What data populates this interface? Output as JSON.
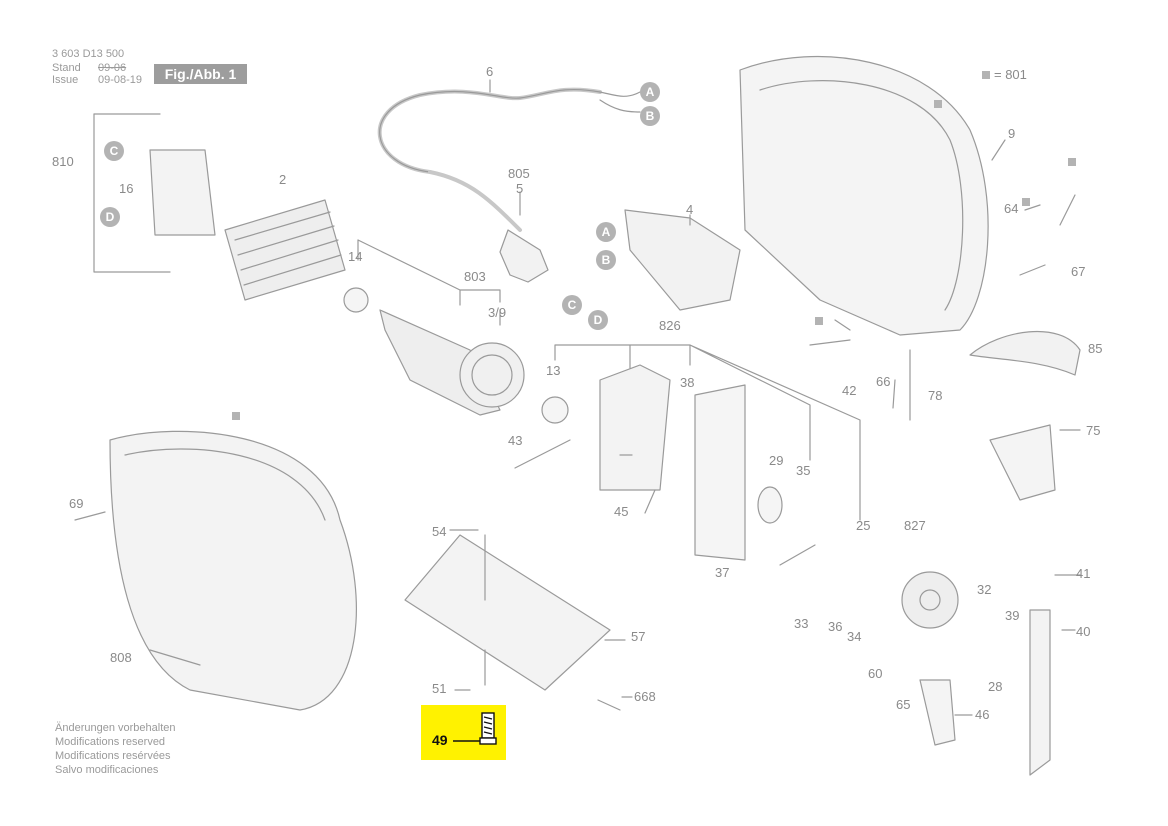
{
  "header": {
    "doc_number": "3 603 D13 500",
    "stand_label": "Stand",
    "issue_label": "Issue",
    "old_date": "09-06",
    "date": "09-08-19",
    "figure_label": "Fig./Abb. 1"
  },
  "legend": {
    "marker_note": "= 801"
  },
  "callouts": {
    "circle_letters": [
      "A",
      "B",
      "C",
      "D"
    ]
  },
  "labels": {
    "l6": "6",
    "l810": "810",
    "l16": "16",
    "l2": "2",
    "l805": "805",
    "l5": "5",
    "l4": "4",
    "l14": "14",
    "l803": "803",
    "l39": "3/9",
    "l13": "13",
    "l826": "826",
    "l38": "38",
    "l42": "42",
    "l66": "66",
    "l78": "78",
    "l9": "9",
    "l64": "64",
    "l67": "67",
    "l85": "85",
    "l75": "75",
    "l43": "43",
    "l29": "29",
    "l35": "35",
    "l45": "45",
    "l69": "69",
    "l54": "54",
    "l37": "37",
    "l25": "25",
    "l827": "827",
    "l33": "33",
    "l36": "36",
    "l34": "34",
    "l32": "32",
    "l39b": "39",
    "l41": "41",
    "l40": "40",
    "l57": "57",
    "l808": "808",
    "l51": "51",
    "l668": "668",
    "l60": "60",
    "l28": "28",
    "l65": "65",
    "l46": "46"
  },
  "highlight": {
    "part_number": "49",
    "color": "#fff200"
  },
  "notes": [
    "Änderungen vorbehalten",
    "Modifications reserved",
    "Modifications resérvées",
    "Salvo modificaciones"
  ]
}
